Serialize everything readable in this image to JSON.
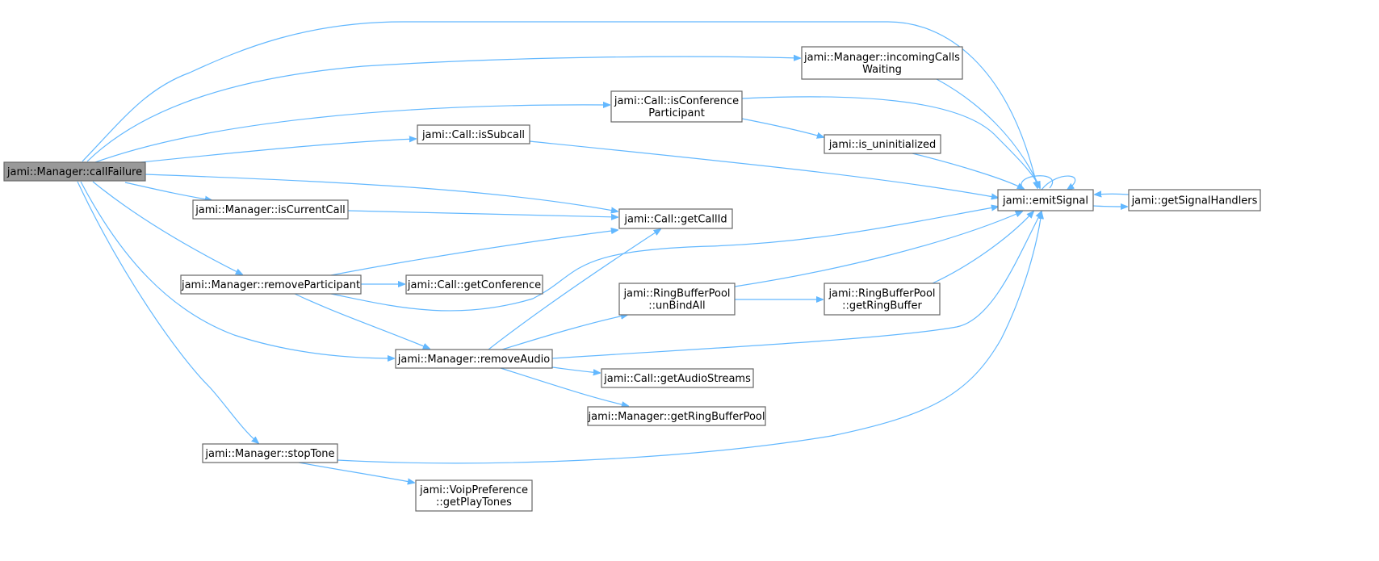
{
  "diagram": {
    "type": "call-graph",
    "colors": {
      "edge": "#63b8ff",
      "node_border": "#666666",
      "root_fill": "#999999",
      "node_fill": "#ffffff"
    },
    "nodes": [
      {
        "id": "callFailure",
        "lines": [
          "jami::Manager::callFailure"
        ],
        "root": true
      },
      {
        "id": "incomingCallsWaiting",
        "lines": [
          "jami::Manager::incomingCalls",
          "Waiting"
        ]
      },
      {
        "id": "isConferenceParticipant",
        "lines": [
          "jami::Call::isConference",
          "Participant"
        ]
      },
      {
        "id": "isSubcall",
        "lines": [
          "jami::Call::isSubcall"
        ]
      },
      {
        "id": "is_uninitialized",
        "lines": [
          "jami::is_uninitialized"
        ]
      },
      {
        "id": "emitSignal",
        "lines": [
          "jami::emitSignal"
        ]
      },
      {
        "id": "getSignalHandlers",
        "lines": [
          "jami::getSignalHandlers"
        ]
      },
      {
        "id": "isCurrentCall",
        "lines": [
          "jami::Manager::isCurrentCall"
        ]
      },
      {
        "id": "getCallId",
        "lines": [
          "jami::Call::getCallId"
        ]
      },
      {
        "id": "removeParticipant",
        "lines": [
          "jami::Manager::removeParticipant"
        ]
      },
      {
        "id": "getConference",
        "lines": [
          "jami::Call::getConference"
        ]
      },
      {
        "id": "unBindAll",
        "lines": [
          "jami::RingBufferPool",
          "::unBindAll"
        ]
      },
      {
        "id": "getRingBuffer",
        "lines": [
          "jami::RingBufferPool",
          "::getRingBuffer"
        ]
      },
      {
        "id": "removeAudio",
        "lines": [
          "jami::Manager::removeAudio"
        ]
      },
      {
        "id": "getAudioStreams",
        "lines": [
          "jami::Call::getAudioStreams"
        ]
      },
      {
        "id": "getRingBufferPool",
        "lines": [
          "jami::Manager::getRingBufferPool"
        ]
      },
      {
        "id": "stopTone",
        "lines": [
          "jami::Manager::stopTone"
        ]
      },
      {
        "id": "getPlayTones",
        "lines": [
          "jami::VoipPreference",
          "::getPlayTones"
        ]
      }
    ],
    "edges": [
      {
        "from": "callFailure",
        "to": "emitSignal"
      },
      {
        "from": "callFailure",
        "to": "incomingCallsWaiting"
      },
      {
        "from": "callFailure",
        "to": "isConferenceParticipant"
      },
      {
        "from": "callFailure",
        "to": "isSubcall"
      },
      {
        "from": "callFailure",
        "to": "getCallId"
      },
      {
        "from": "callFailure",
        "to": "isCurrentCall"
      },
      {
        "from": "callFailure",
        "to": "removeParticipant"
      },
      {
        "from": "callFailure",
        "to": "removeAudio"
      },
      {
        "from": "callFailure",
        "to": "stopTone"
      },
      {
        "from": "incomingCallsWaiting",
        "to": "emitSignal"
      },
      {
        "from": "isConferenceParticipant",
        "to": "emitSignal"
      },
      {
        "from": "isConferenceParticipant",
        "to": "is_uninitialized"
      },
      {
        "from": "isSubcall",
        "to": "emitSignal"
      },
      {
        "from": "is_uninitialized",
        "to": "emitSignal"
      },
      {
        "from": "emitSignal",
        "to": "emitSignal"
      },
      {
        "from": "emitSignal",
        "to": "getSignalHandlers"
      },
      {
        "from": "getSignalHandlers",
        "to": "emitSignal"
      },
      {
        "from": "isCurrentCall",
        "to": "getCallId"
      },
      {
        "from": "removeParticipant",
        "to": "getCallId"
      },
      {
        "from": "removeParticipant",
        "to": "getConference"
      },
      {
        "from": "removeParticipant",
        "to": "emitSignal"
      },
      {
        "from": "removeParticipant",
        "to": "removeAudio"
      },
      {
        "from": "removeAudio",
        "to": "getCallId"
      },
      {
        "from": "removeAudio",
        "to": "unBindAll"
      },
      {
        "from": "removeAudio",
        "to": "emitSignal"
      },
      {
        "from": "removeAudio",
        "to": "getAudioStreams"
      },
      {
        "from": "removeAudio",
        "to": "getRingBufferPool"
      },
      {
        "from": "unBindAll",
        "to": "emitSignal"
      },
      {
        "from": "unBindAll",
        "to": "getRingBuffer"
      },
      {
        "from": "getRingBuffer",
        "to": "emitSignal"
      },
      {
        "from": "stopTone",
        "to": "emitSignal"
      },
      {
        "from": "stopTone",
        "to": "getPlayTones"
      }
    ]
  }
}
